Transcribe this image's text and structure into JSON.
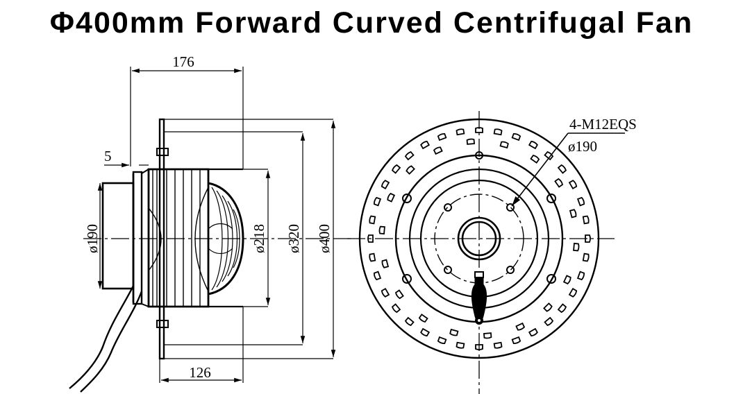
{
  "title": "Φ400mm Forward Curved Centrifugal Fan",
  "side_view": {
    "dim_top": "176",
    "dim_bottom": "126",
    "dim_flange": "5",
    "dim_d190": "ø190",
    "dim_d218": "ø218",
    "dim_d320": "ø320",
    "dim_d400": "ø400"
  },
  "front_view": {
    "callout_holes": "4-M12EQS",
    "callout_pcd": "ø190"
  }
}
